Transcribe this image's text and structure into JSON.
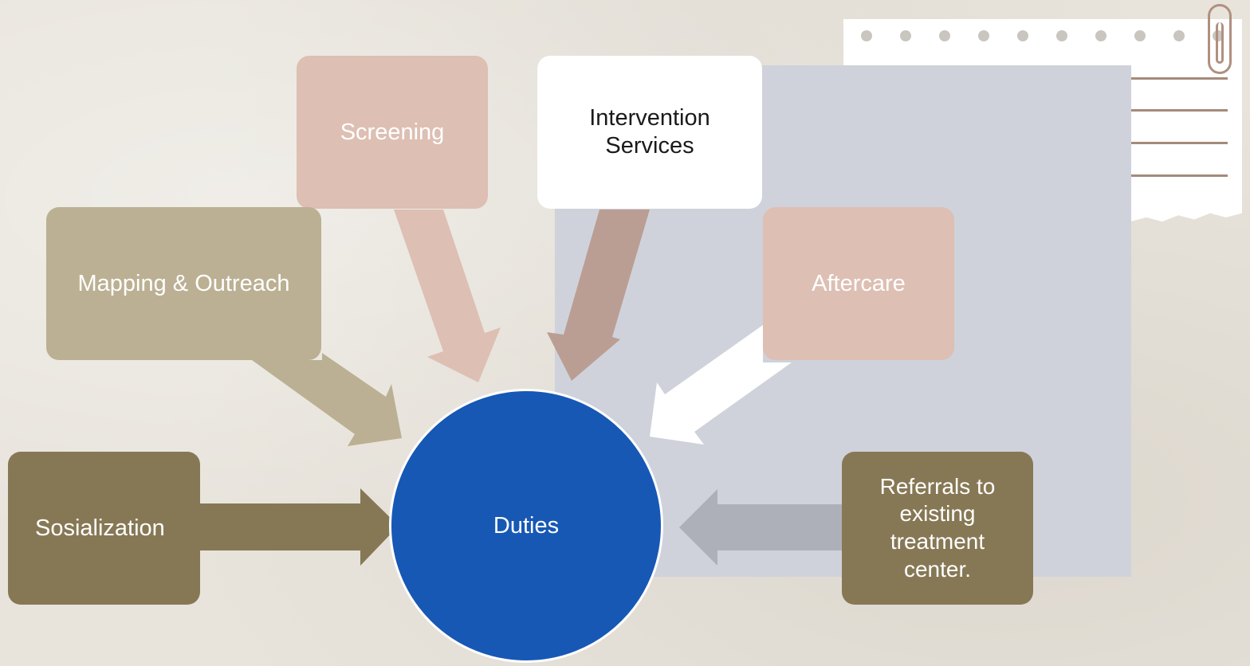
{
  "diagram": {
    "center": {
      "label": "Duties",
      "color": "#1758b5"
    },
    "nodes": [
      {
        "id": "screening",
        "label": "Screening",
        "color": "#ddbfb3",
        "text_color": "#ffffff"
      },
      {
        "id": "intervention",
        "label": "Intervention Services",
        "color": "#ffffff",
        "text_color": "#1a1a1a"
      },
      {
        "id": "mapping",
        "label": "Mapping & Outreach",
        "color": "#bbb093",
        "text_color": "#ffffff"
      },
      {
        "id": "aftercare",
        "label": "Aftercare",
        "color": "#ddbfb3",
        "text_color": "#ffffff"
      },
      {
        "id": "sosialization",
        "label": "Sosialization",
        "color": "#877855",
        "text_color": "#ffffff"
      },
      {
        "id": "referrals",
        "label": "Referrals to existing treatment center.",
        "color": "#877855",
        "text_color": "#ffffff"
      }
    ],
    "arrow_colors": {
      "screening": "#ddbfb3",
      "intervention": "#bb9e93",
      "mapping": "#bbb093",
      "aftercare": "#ffffff",
      "sosialization": "#877855",
      "referrals": "#aeb0b9"
    }
  },
  "decor": {
    "panel_color": "#cfd2db",
    "background_color": "#e8e4dc",
    "notepad_color": "#ffffff",
    "notepad_line_color": "#a58b7b"
  }
}
